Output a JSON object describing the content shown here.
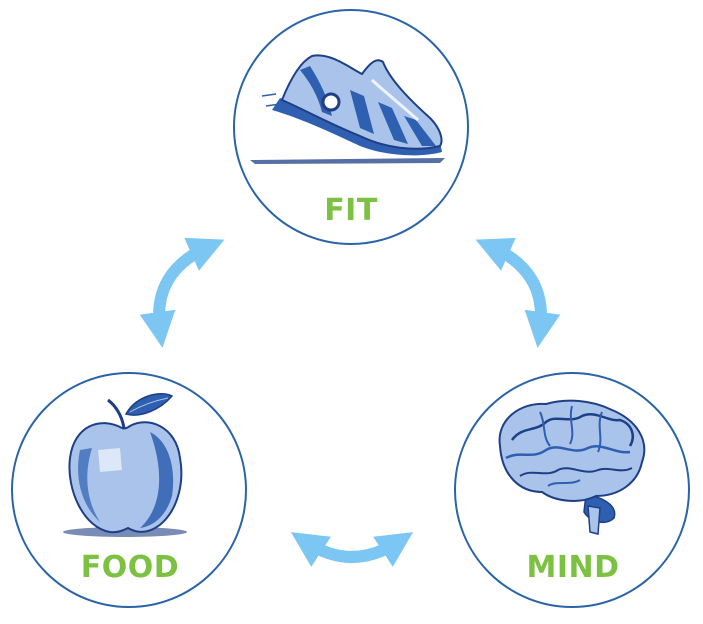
{
  "colors": {
    "circle_stroke": "#2a64a8",
    "label_green": "#7dc142",
    "arrow_blue": "#7cc6f3",
    "sketch_blue": "#2f5fb0",
    "sketch_dark": "#1e3f86",
    "sketch_light": "#a9c3ea"
  },
  "nodes": {
    "fit": {
      "label": "FIT",
      "icon": "shoe-icon"
    },
    "food": {
      "label": "FOOD",
      "icon": "apple-icon"
    },
    "mind": {
      "label": "MIND",
      "icon": "brain-icon"
    }
  }
}
